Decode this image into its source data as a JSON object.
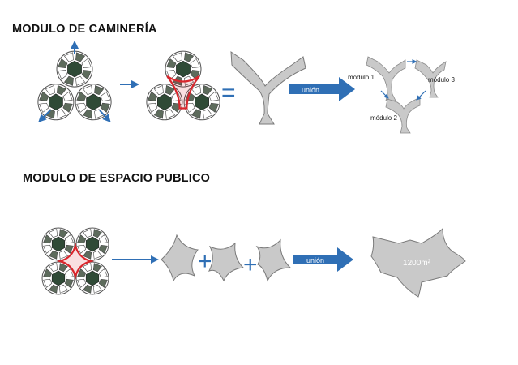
{
  "sections": {
    "camineria": {
      "title": "MODULO DE CAMINERÍA",
      "union_label": "unión",
      "modules": [
        "módulo 1",
        "módulo 3",
        "módulo 2"
      ]
    },
    "espacio_publico": {
      "title": "MODULO DE ESPACIO PUBLICO",
      "union_label": "unión",
      "area_label": "1200m²"
    }
  },
  "symbols": {
    "equals": "=",
    "plus": "+"
  },
  "colors": {
    "accent_blue": "#2f6fb5",
    "module_fill": "#5d6b5c",
    "module_dark": "#2f4a36",
    "highlight_red": "#d9262c",
    "shape_gray": "#c9c9c9",
    "shape_stroke": "#7a7a7a",
    "text": "#111111"
  },
  "icons": [
    "arrow-right-icon",
    "union-arrow-icon",
    "module-cluster-icon"
  ]
}
